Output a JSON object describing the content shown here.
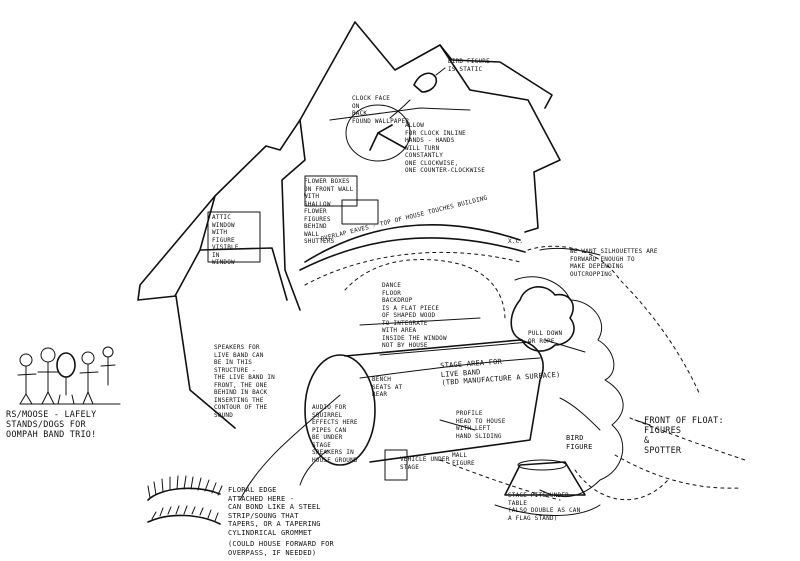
{
  "notes": {
    "bird_figure": "BIRD FIGURE\nIS STATIC",
    "clock_face": "CLOCK FACE\nON\nBACK\nFOUND WALLPAPER",
    "clock_hands": "ALLOW\nFOR CLOCK INLINE\nHANDS - HANDS\nWILL TURN\nCONSTANTLY\nONE CLOCKWISE,\nONE COUNTER-CLOCKWISE",
    "flower_boxes": "FLOWER BOXES\nON FRONT WALL\nWITH\nSHALLOW\nFLOWER\nFIGURES\nBEHIND\nWALL\nSHUTTERS",
    "figure_window": "ATTIC\nWINDOW\nWITH\nFIGURE\nVISIBLE\nIN\nWINDOW",
    "eaves_overlap": "OVERLAP EAVES - TOP OF HOUSE TOUCHES BUILDING",
    "corner_mark": "X.C.",
    "silhouettes": "WE WANT SILHOUETTES ARE\nFORWARD ENOUGH TO\nMAKE DEPENDING\nOUTCROPPING",
    "dance_floor": "DANCE\nFLOOR\nBACKDROP\nIS A FLAT PIECE\nOF SHAPED WOOD\nTO INTEGRATE\nWITH AREA\nINSIDE THE WINDOW\nNOT BY HOUSE",
    "speakers": "SPEAKERS FOR\nLIVE BAND CAN\nBE IN THIS\nSTRUCTURE -\nTHE LIVE BAND IN\nFRONT, THE ONE\nBEHIND IN BACK\nINSERTING THE\nCONTOUR OF THE\nSOUND",
    "stage_area": "STAGE AREA FOR\nLIVE BAND\n(TBD MANUFACTURE A SURFACE)",
    "pull_down": "PULL DOWN\nOR ROPE",
    "audio_squirrel": "AUDIO FOR\nSQUIRREL\nEFFECTS HERE\nPIPES CAN\nBE UNDER\nSTAGE\nSPEAKERS IN\nHOUSE GROUND",
    "bench": "BENCH\nSEATS AT\nREAR",
    "vehicle_under": "VEHICLE UNDER\nSTAGE",
    "mall_figure": "MALL\nFIGURE",
    "profile_head": "PROFILE\nHEAD TO HOUSE\nWITH LEFT\nHAND SLIDING",
    "bird_figure_2": "BIRD\nFIGURE",
    "pot_note": "STAGE PITS UNDER\nTABLE\n(ALSO DOUBLE AS CAN\nA FLAG STAND)",
    "front_float": "FRONT OF FLOAT:\nFIGURES\n&\nSPOTTER",
    "oompah": "RS/MOOSE - LAFELY\nSTANDS/DOGS FOR\nOOMPAH BAND TRIO!",
    "rurrow": "FLORAL EDGE\nATTACHED HERE -\nCAN BOND LIKE A STEEL\nSTRIP/SOUNG THAT\nTAPERS, OR A TAPERING\nCYLINDRICAL GROMMET",
    "lowr_house": "(COULD HOUSE FORWARD FOR\nOVERPASS, IF NEEDED)"
  },
  "icons": {
    "clock": "clock-icon",
    "band": "band-figures-icon",
    "fringe": "fringe-swatch-icon"
  }
}
